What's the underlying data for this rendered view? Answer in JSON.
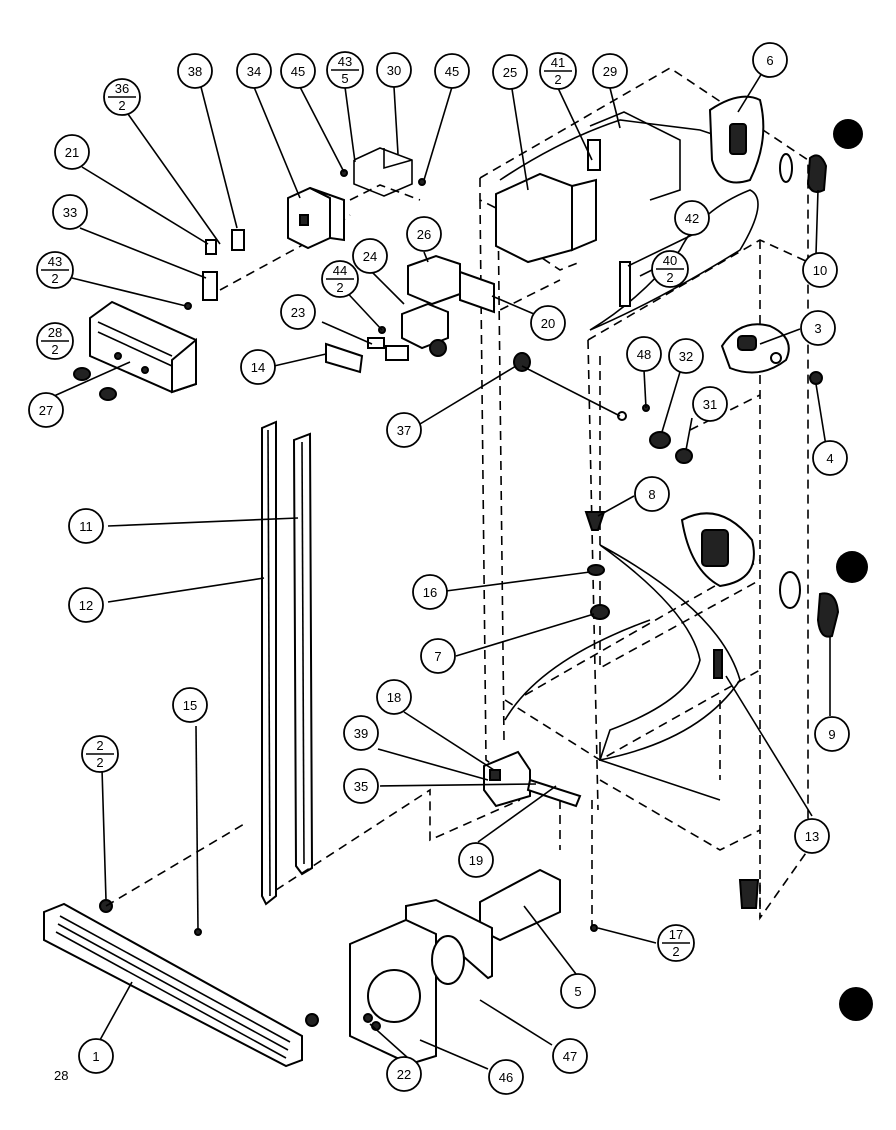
{
  "callouts": [
    {
      "id": "c38",
      "text": "38"
    },
    {
      "id": "c34",
      "text": "34"
    },
    {
      "id": "c45a",
      "text": "45"
    },
    {
      "id": "c30",
      "text": "30"
    },
    {
      "id": "c45b",
      "text": "45"
    },
    {
      "id": "c25",
      "text": "25"
    },
    {
      "id": "c29",
      "text": "29"
    },
    {
      "id": "c6",
      "text": "6"
    },
    {
      "id": "c21",
      "text": "21"
    },
    {
      "id": "c33",
      "text": "33"
    },
    {
      "id": "c26",
      "text": "26"
    },
    {
      "id": "c24",
      "text": "24"
    },
    {
      "id": "c42",
      "text": "42"
    },
    {
      "id": "c10",
      "text": "10"
    },
    {
      "id": "c23",
      "text": "23"
    },
    {
      "id": "c20",
      "text": "20"
    },
    {
      "id": "c3",
      "text": "3"
    },
    {
      "id": "c14",
      "text": "14"
    },
    {
      "id": "c48",
      "text": "48"
    },
    {
      "id": "c32",
      "text": "32"
    },
    {
      "id": "c27",
      "text": "27"
    },
    {
      "id": "c37",
      "text": "37"
    },
    {
      "id": "c31",
      "text": "31"
    },
    {
      "id": "c4",
      "text": "4"
    },
    {
      "id": "c8",
      "text": "8"
    },
    {
      "id": "c11",
      "text": "11"
    },
    {
      "id": "c12",
      "text": "12"
    },
    {
      "id": "c16",
      "text": "16"
    },
    {
      "id": "c7",
      "text": "7"
    },
    {
      "id": "c9",
      "text": "9"
    },
    {
      "id": "c15",
      "text": "15"
    },
    {
      "id": "c18",
      "text": "18"
    },
    {
      "id": "c39",
      "text": "39"
    },
    {
      "id": "c35",
      "text": "35"
    },
    {
      "id": "c13",
      "text": "13"
    },
    {
      "id": "c19",
      "text": "19"
    },
    {
      "id": "c5",
      "text": "5"
    },
    {
      "id": "c1",
      "text": "1"
    },
    {
      "id": "c22",
      "text": "22"
    },
    {
      "id": "c46",
      "text": "46"
    },
    {
      "id": "c47",
      "text": "47"
    }
  ],
  "fraction_callouts": [
    {
      "id": "f36_2",
      "num": "36",
      "den": "2"
    },
    {
      "id": "f43_5",
      "num": "43",
      "den": "5"
    },
    {
      "id": "f41_2",
      "num": "41",
      "den": "2"
    },
    {
      "id": "f43_2",
      "num": "43",
      "den": "2"
    },
    {
      "id": "f44_2",
      "num": "44",
      "den": "2"
    },
    {
      "id": "f40_2",
      "num": "40",
      "den": "2"
    },
    {
      "id": "f28_2",
      "num": "28",
      "den": "2"
    },
    {
      "id": "f2_2",
      "num": "2",
      "den": "2"
    },
    {
      "id": "f17_2",
      "num": "17",
      "den": "2"
    }
  ],
  "page_number": "28"
}
